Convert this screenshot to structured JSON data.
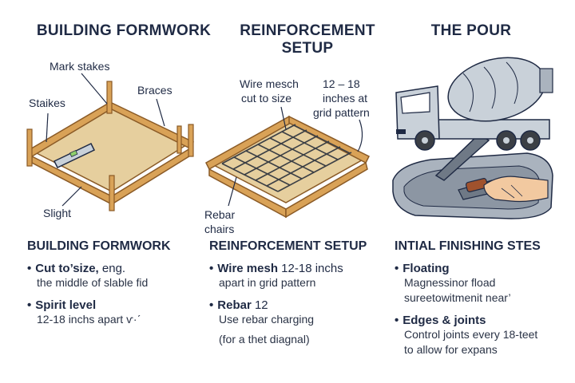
{
  "columns": [
    {
      "title": "BUILDING FORMWORK",
      "labels": {
        "mark_stakes": "Mark stakes",
        "braces": "Braces",
        "stakes": "Staikes",
        "slight": "Slight"
      }
    },
    {
      "title": "REINFORCEMENT SETUP",
      "labels": {
        "wire_mesh_1": "Wire mesch",
        "wire_mesh_2": "cut to size",
        "spacing_1": "12 – 18",
        "spacing_2": "inches at",
        "spacing_3": "grid pattern",
        "rebar_1": "Rebar",
        "rebar_2": "chairs"
      }
    },
    {
      "title": "THE POUR"
    }
  ],
  "sections": [
    {
      "heading": "BUILDING FORMWORK",
      "items": [
        {
          "bullet": "•",
          "head": "Cut to’size,",
          "head_rest": " eng.",
          "lines": [
            "the middle of slable fid"
          ]
        },
        {
          "bullet": "•",
          "head": "Spirit level",
          "head_rest": "",
          "lines": [
            "12-18 inchs apart ѵ·ˊ"
          ]
        }
      ]
    },
    {
      "heading": "REINFORCEMENT SETUP",
      "items": [
        {
          "bullet": "•",
          "head": "Wire mesh",
          "head_rest": " 12-18 inchs",
          "lines": [
            "apart in grid pattern"
          ]
        },
        {
          "bullet": "•",
          "head": "Rebar",
          "head_rest": " 12",
          "lines": [
            "Use rebar charging",
            "(for a thet diagnal)"
          ]
        }
      ]
    },
    {
      "heading": "INTIAL FINISHING STES",
      "items": [
        {
          "bullet": "•",
          "head": "Floating",
          "head_rest": "",
          "lines": [
            "Magnessinor fload",
            "sureetowitmenit near’"
          ]
        },
        {
          "bullet": "•",
          "head": "Edges & joints",
          "head_rest": "",
          "lines": [
            "Control joints every 18-teet",
            "to allow for expans"
          ]
        }
      ]
    }
  ],
  "colors": {
    "navy": "#1f2a44",
    "wood": "#d9a257",
    "wood_dark": "#8a5a26",
    "ground": "#e6cf9e",
    "rebar": "#3b3f45",
    "truck": "#c9d1d9",
    "concrete": "#8c96a3"
  },
  "icons": [
    "level-tool-icon",
    "mixer-truck-icon",
    "trowel-hand-icon"
  ]
}
